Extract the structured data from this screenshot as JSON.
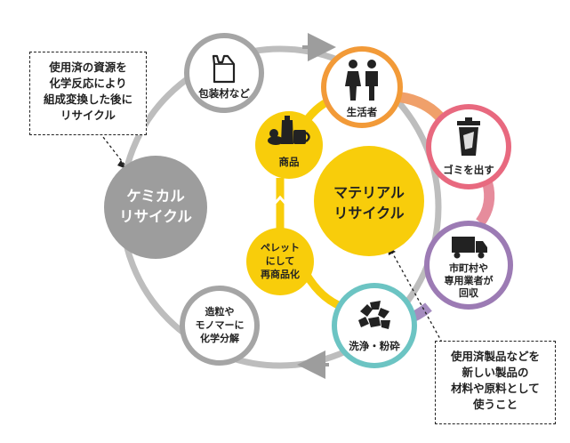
{
  "notes": {
    "chemical": [
      "使用済の資源を",
      "化学反応により",
      "組成変換した後に",
      "リサイクル"
    ],
    "material": [
      "使用済製品などを",
      "新しい製品の",
      "材料や原料として",
      "使うこと"
    ]
  },
  "nodes": {
    "chemical_recycle": [
      "ケミカル",
      "リサイクル"
    ],
    "material_recycle": [
      "マテリアル",
      "リサイクル"
    ],
    "packaging": [
      "包装材など"
    ],
    "consumer": [
      "生活者"
    ],
    "trash": [
      "ゴミを出す"
    ],
    "collection": [
      "市町村や",
      "専用業者が",
      "回収"
    ],
    "washing": [
      "洗浄・粉砕"
    ],
    "pellet": [
      "ペレット",
      "にして",
      "再商品化"
    ],
    "product": [
      "商品"
    ],
    "granulation": [
      "造粒や",
      "モノマーに",
      "化学分解"
    ]
  },
  "icons": {
    "packaging": "plastic-bag-icon",
    "consumer": "people-icon",
    "trash": "trash-can-icon",
    "collection": "truck-icon",
    "washing": "crushed-plastic-icon",
    "product": "bottle-duck-cup-icon"
  },
  "colors": {
    "gray": "#9d9d9d",
    "orange": "#f29a38",
    "pink": "#e8697f",
    "purple": "#9c7bb4",
    "teal": "#6cc4c3",
    "yellow": "#f8cd0b"
  }
}
